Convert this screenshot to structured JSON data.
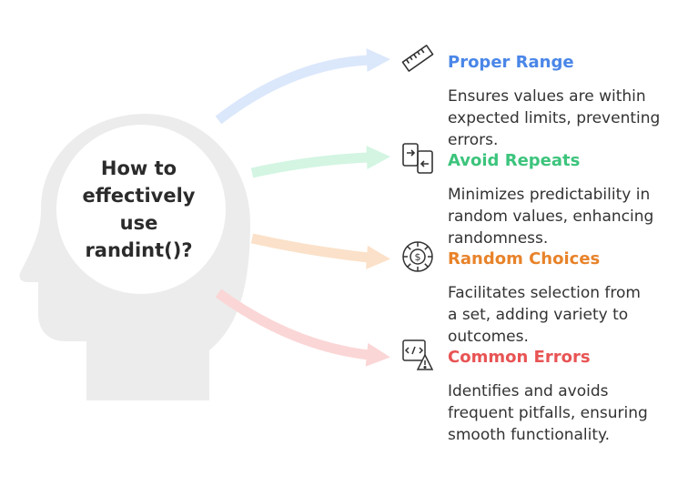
{
  "center": {
    "lines": [
      "How to",
      "effectively",
      "use",
      "randint()?"
    ]
  },
  "items": [
    {
      "title": "Proper Range",
      "description_lines": [
        "Ensures values are within",
        "expected limits, preventing",
        "errors."
      ],
      "color": "#4a86e8",
      "arrow_color": "#dbe7fb",
      "icon": "ruler-icon"
    },
    {
      "title": "Avoid Repeats",
      "description_lines": [
        "Minimizes predictability in",
        "random values, enhancing",
        "randomness."
      ],
      "color": "#3cc47c",
      "arrow_color": "#d3f5e2",
      "icon": "swap-arrows-icon"
    },
    {
      "title": "Random Choices",
      "description_lines": [
        "Facilitates selection from",
        "a set, adding variety to",
        "outcomes."
      ],
      "color": "#e8832a",
      "arrow_color": "#fbe1c9",
      "icon": "dollar-wheel-icon"
    },
    {
      "title": "Common Errors",
      "description_lines": [
        "Identifies and avoids",
        "frequent pitfalls, ensuring",
        "smooth functionality."
      ],
      "color": "#e85454",
      "arrow_color": "#fbd6d6",
      "icon": "code-warning-icon"
    }
  ],
  "colors": {
    "head_silhouette": "#ececec",
    "head_circle": "#ffffff",
    "text": "#2b2b2b"
  }
}
